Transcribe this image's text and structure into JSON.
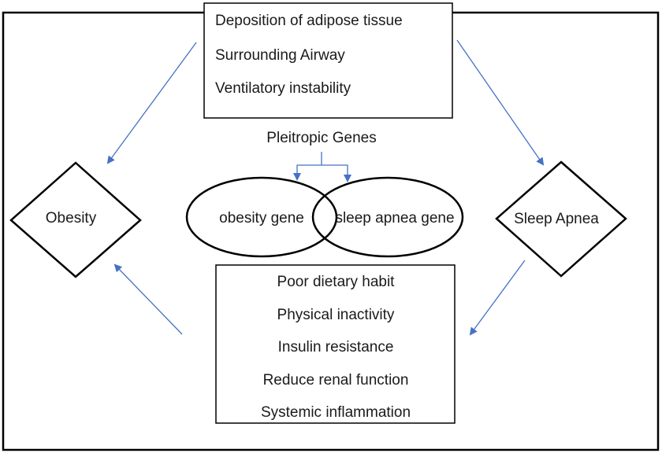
{
  "top_box": {
    "items": [
      "Deposition of adipose tissue",
      "Surrounding Airway",
      "Ventilatory instability"
    ]
  },
  "genes": {
    "title": "Pleitropic Genes",
    "left_gene": "obesity gene",
    "right_gene": "sleep apnea gene"
  },
  "left_node": {
    "label": "Obesity"
  },
  "right_node": {
    "label": "Sleep Apnea"
  },
  "bottom_box": {
    "items": [
      "Poor dietary habit",
      "Physical inactivity",
      "Insulin resistance",
      "Reduce renal function",
      "Systemic inflammation"
    ]
  },
  "colors": {
    "arrow": "#4472c4",
    "stroke": "#000000",
    "text": "#1a1a1a"
  }
}
